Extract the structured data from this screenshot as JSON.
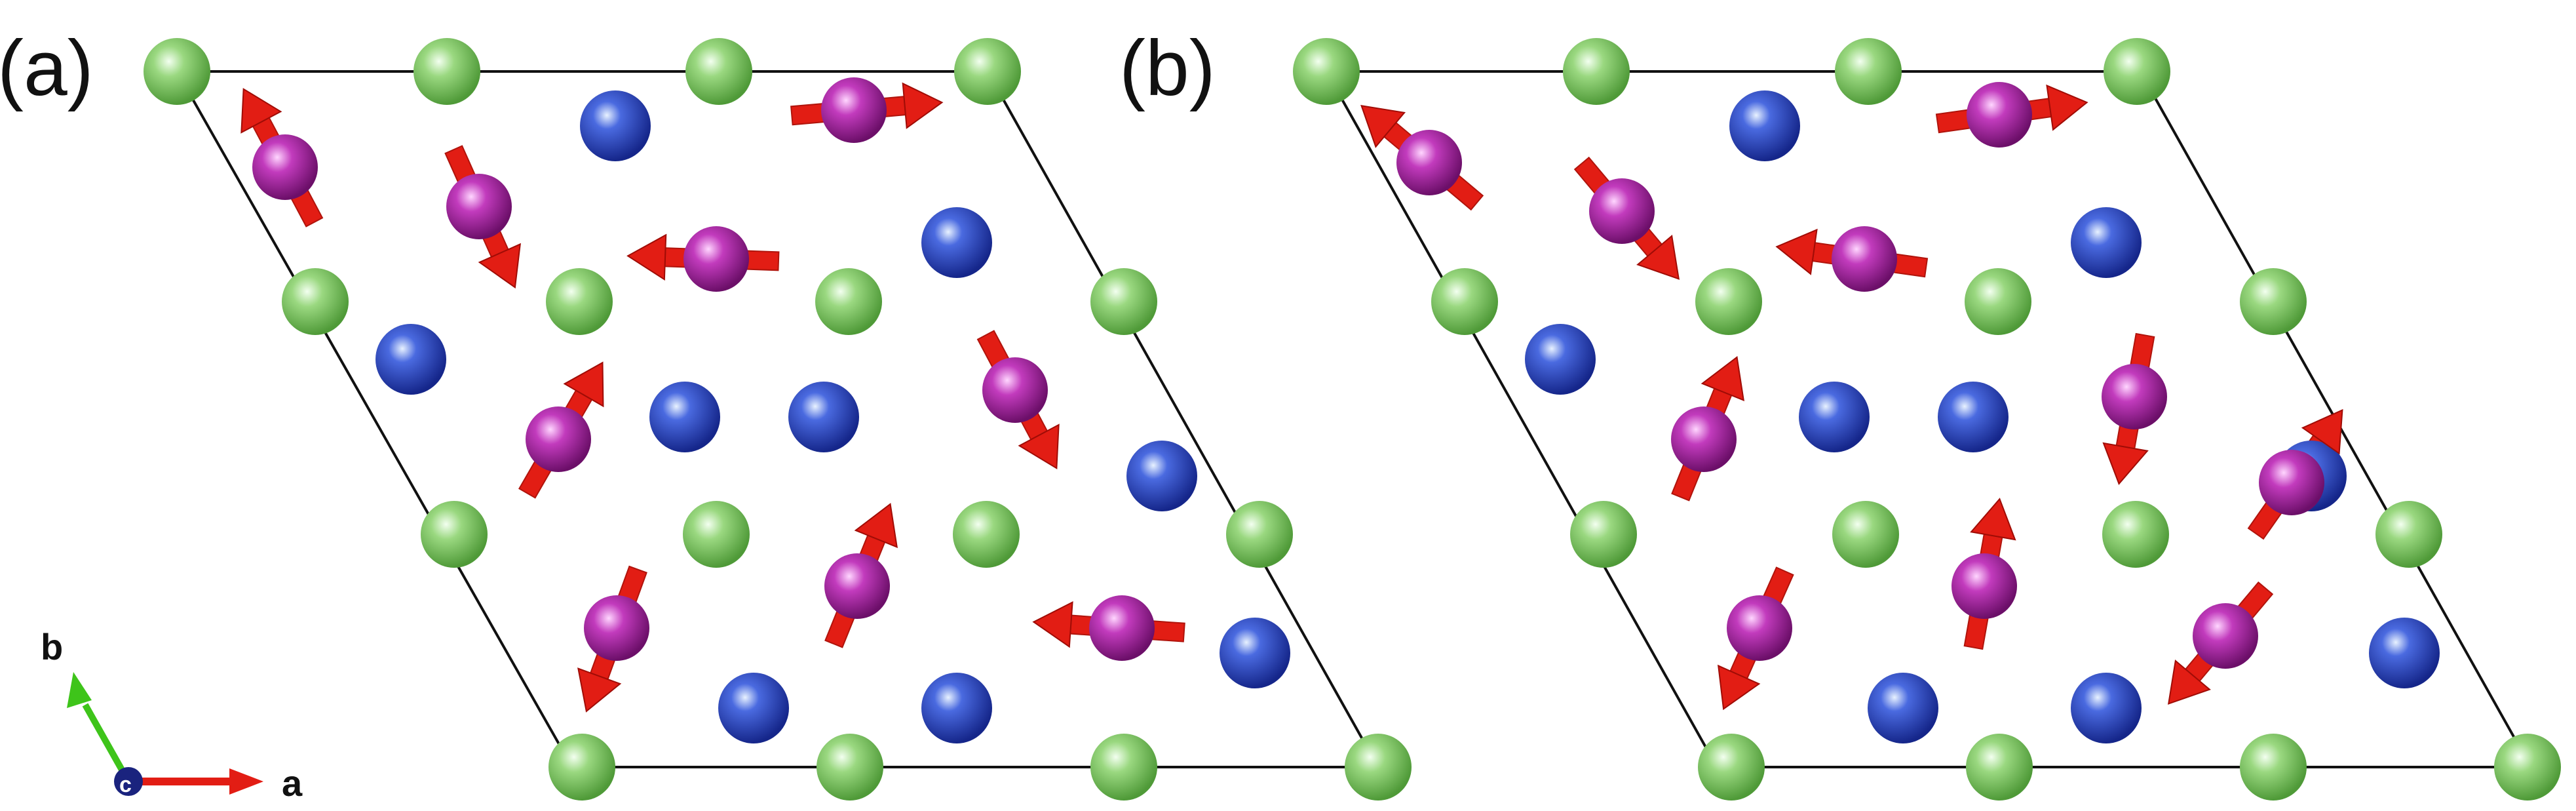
{
  "panels": [
    {
      "label": "(a)"
    },
    {
      "label": "(b)"
    }
  ],
  "axes": {
    "a_label": "a",
    "b_label": "b",
    "c_label": "c"
  },
  "atom_colors": {
    "corner_atom": "#6fbf55",
    "inner_atom": "#2f4fc4",
    "magnetic_atom": "#a0259c",
    "spin_arrow": "#e21d14",
    "axis_a": "#e21d14",
    "axis_b": "#3ec41a",
    "axis_c": "#1a237e",
    "cell_edge": "#111111"
  },
  "icons": [
    "green-atom",
    "blue-atom",
    "magenta-atom",
    "spin-arrow"
  ]
}
